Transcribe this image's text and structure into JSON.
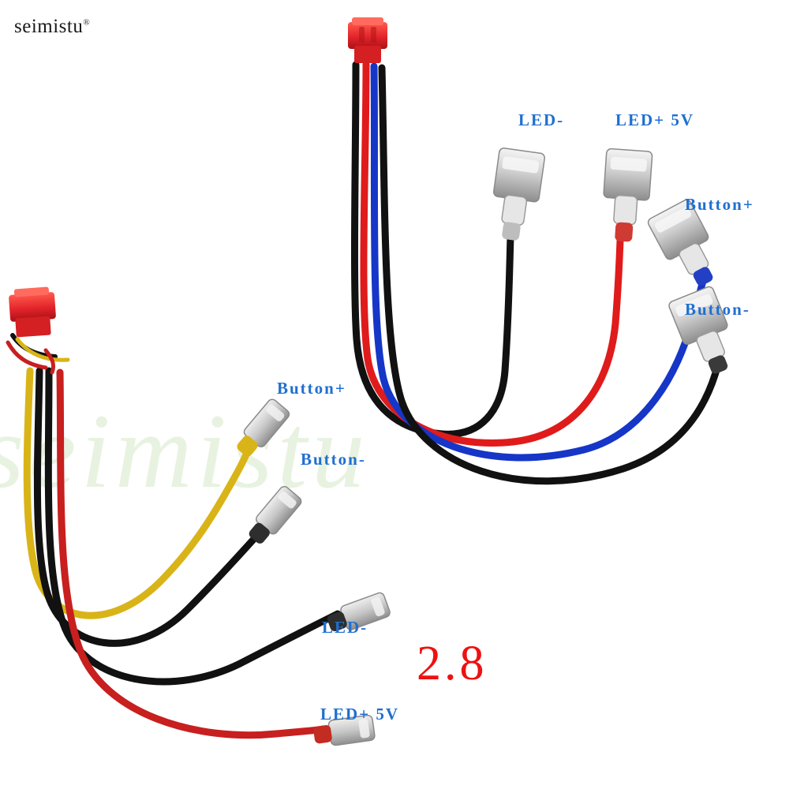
{
  "image": {
    "brand": "seimistu",
    "brand_registered_mark": "®",
    "watermark": "seimistu",
    "size_marking": "2.8",
    "background_color": "#ffffff",
    "accent_text_color": "#1f6fd0",
    "size_marking_color": "#ee1111"
  },
  "labels": {
    "upper_led_minus": "LED-",
    "upper_led_plus": "LED+  5V",
    "upper_button_plus": "Button+",
    "upper_button_minus": "Button-",
    "lower_button_plus": "Button+",
    "lower_button_minus": "Button-",
    "lower_led_minus": "LED-",
    "lower_led_plus": "LED+  5V"
  },
  "harness_upper": {
    "connector_color": "#e3242b",
    "wires": [
      {
        "name": "led-minus-wire",
        "color": "#111111"
      },
      {
        "name": "led-plus-wire",
        "color": "#e01b1b"
      },
      {
        "name": "button-plus-wire",
        "color": "#1636c8"
      },
      {
        "name": "button-minus-wire",
        "color": "#111111"
      }
    ],
    "terminals": [
      {
        "name": "led-minus-terminal",
        "color": "#d8d8d8"
      },
      {
        "name": "led-plus-terminal",
        "color": "#d8d8d8"
      },
      {
        "name": "button-plus-terminal",
        "color": "#d8d8d8"
      },
      {
        "name": "button-minus-terminal",
        "color": "#d8d8d8"
      }
    ]
  },
  "harness_lower": {
    "connector_color": "#e3242b",
    "wires": [
      {
        "name": "button-plus-wire",
        "color": "#d9b418"
      },
      {
        "name": "button-minus-wire",
        "color": "#111111"
      },
      {
        "name": "led-minus-wire",
        "color": "#111111"
      },
      {
        "name": "led-plus-wire",
        "color": "#c81f1f"
      }
    ],
    "terminals": [
      {
        "name": "button-plus-terminal",
        "color": "#cfcfcf"
      },
      {
        "name": "button-minus-terminal",
        "color": "#cfcfcf"
      },
      {
        "name": "led-minus-terminal",
        "color": "#cfcfcf"
      },
      {
        "name": "led-plus-terminal",
        "color": "#cfcfcf"
      }
    ]
  }
}
